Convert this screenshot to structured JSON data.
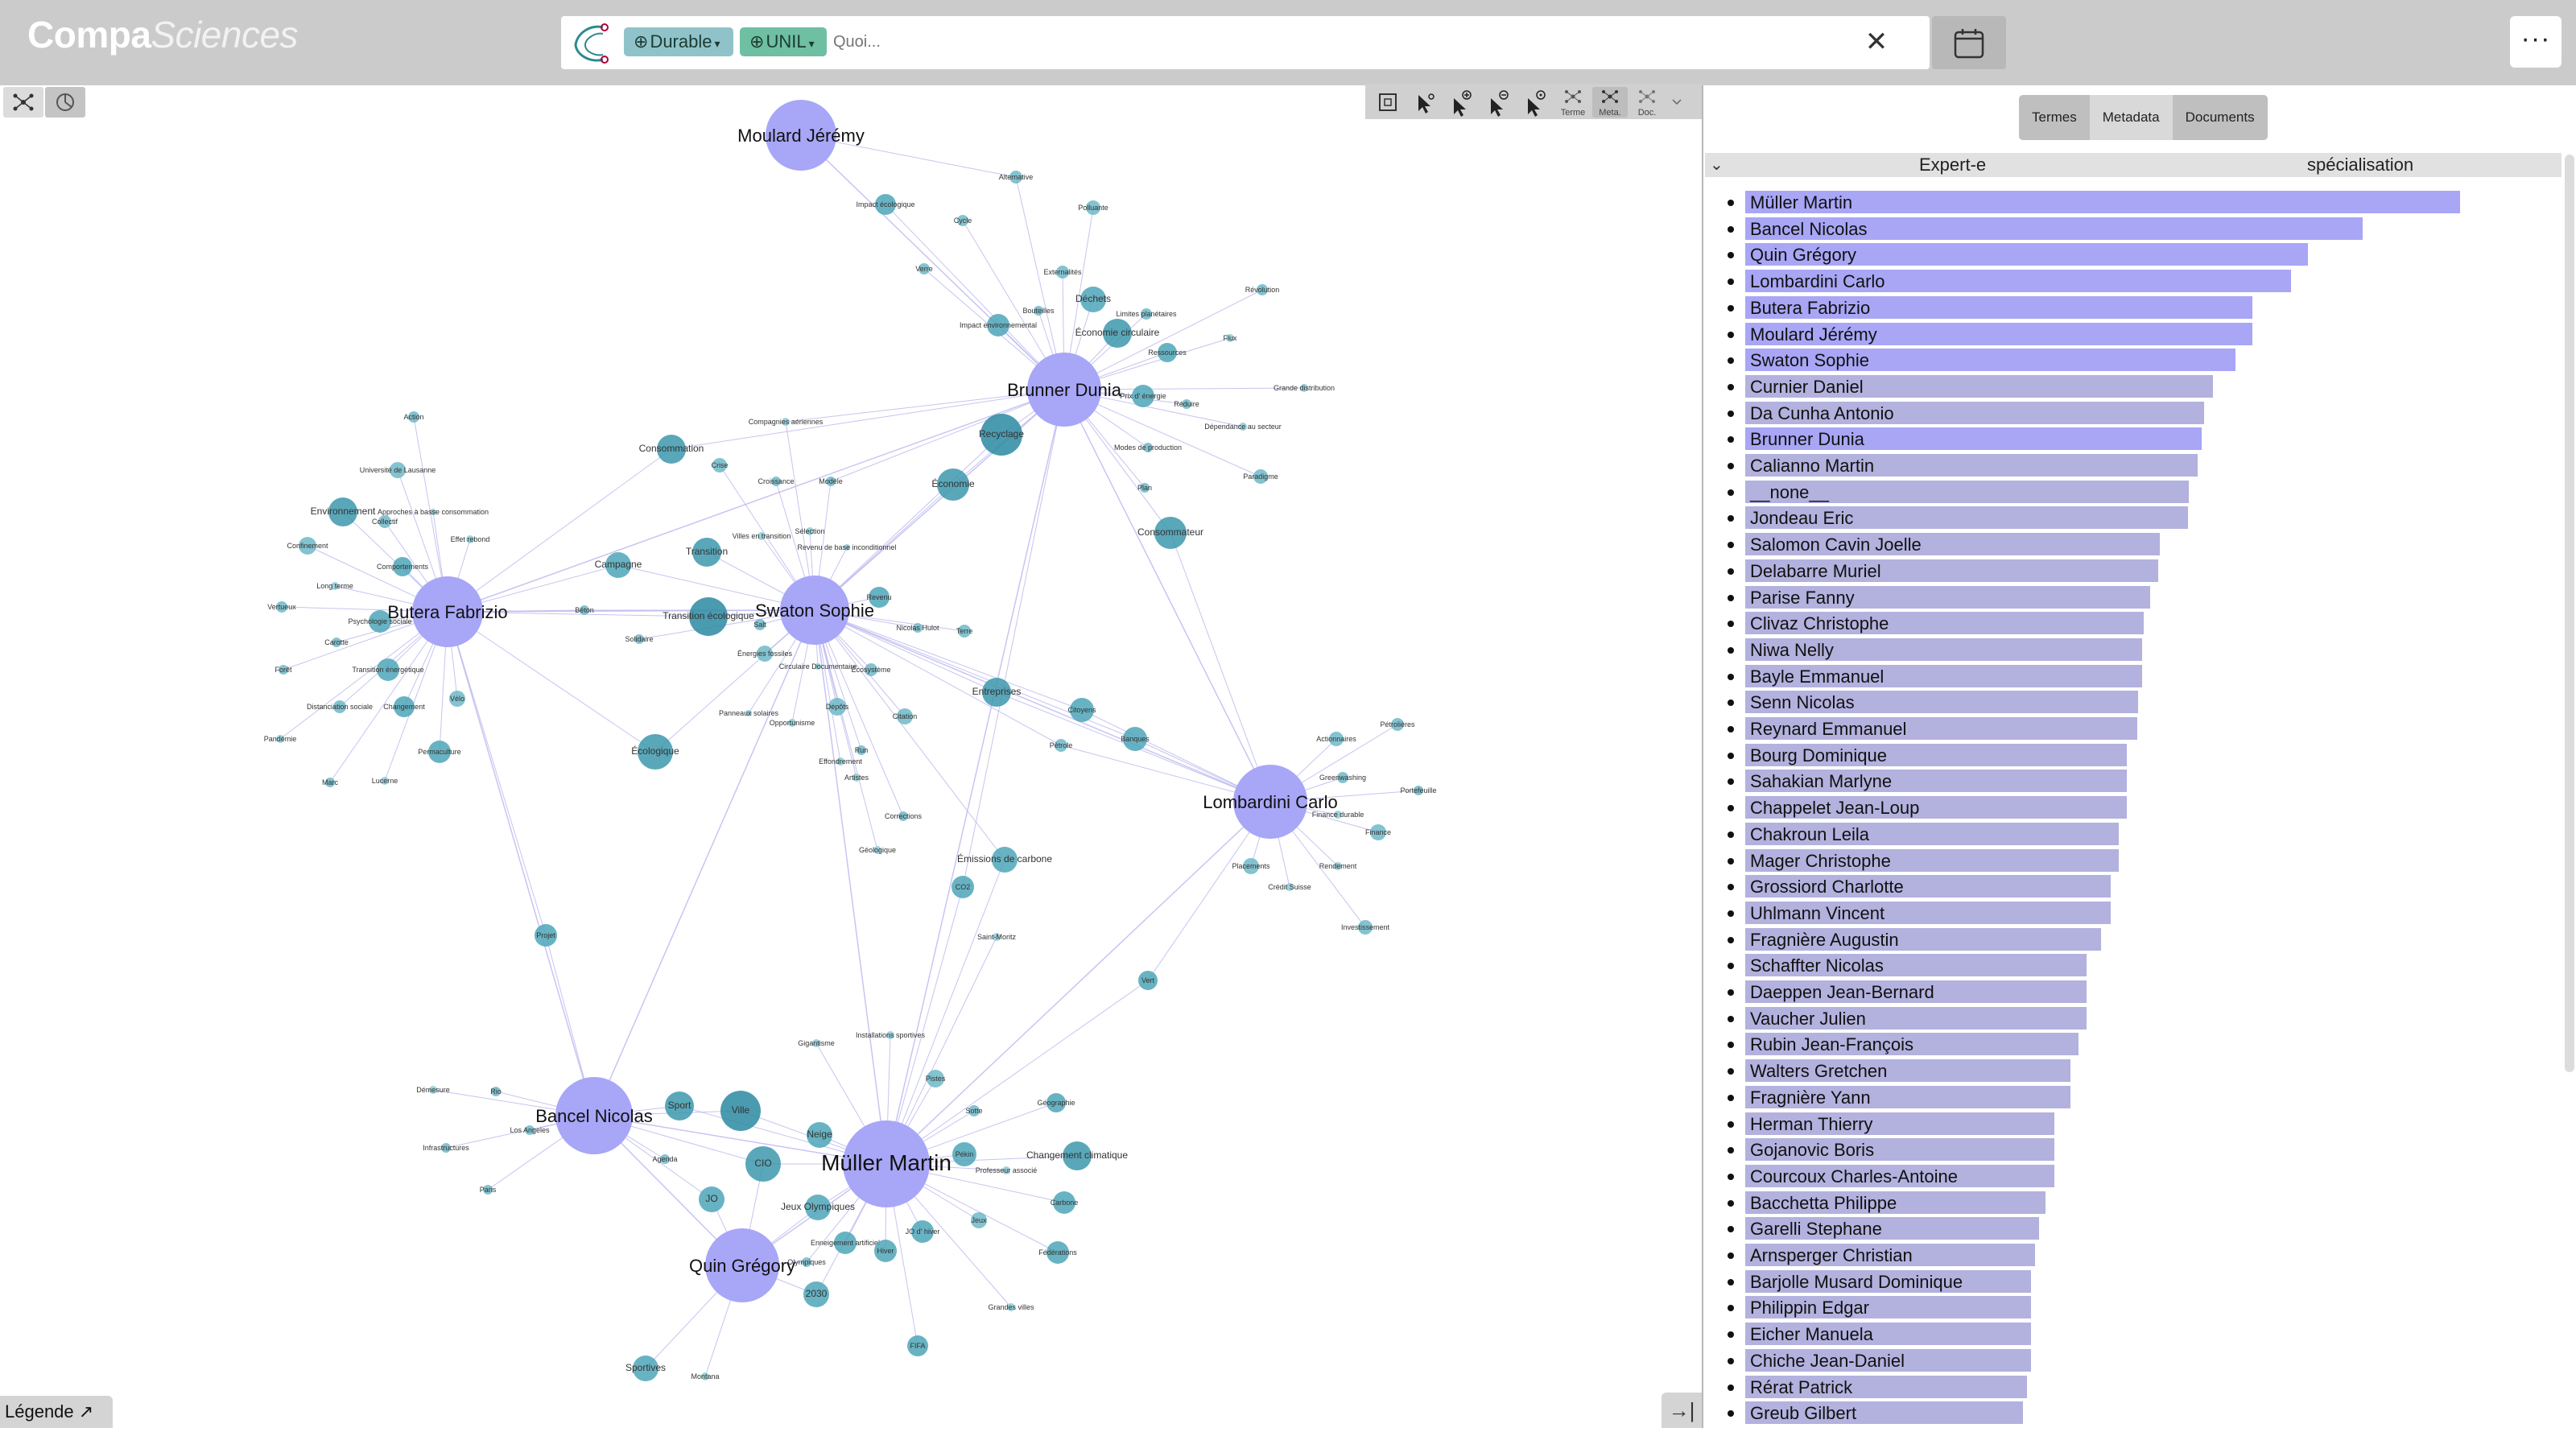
{
  "app": {
    "logo_main": "Compa",
    "logo_italic": "Sciences"
  },
  "search": {
    "chips": [
      {
        "plus": "⊕",
        "label": "Durable",
        "drop": "▾"
      },
      {
        "plus": "⊕",
        "label": "UNIL",
        "drop": "▾"
      }
    ],
    "placeholder": "Quoi...",
    "clear": "✕"
  },
  "graph_toolbar": [
    {
      "label": "",
      "icon": "fit-screen-icon"
    },
    {
      "label": "",
      "icon": "select-cursor-icon"
    },
    {
      "label": "",
      "icon": "zoom-in-cursor-icon"
    },
    {
      "label": "",
      "icon": "zoom-out-cursor-icon"
    },
    {
      "label": "",
      "icon": "zoom-reset-cursor-icon"
    },
    {
      "label": "Terme",
      "icon": "terme-graph-icon"
    },
    {
      "label": "Meta.",
      "icon": "meta-graph-icon"
    },
    {
      "label": "Doc.",
      "icon": "doc-graph-icon"
    }
  ],
  "legend": {
    "label": "Légende",
    "arrow": "↗"
  },
  "collapse": "→|",
  "panel": {
    "tabs": [
      "Termes",
      "Metadata",
      "Documents"
    ],
    "selected_tab": "Metadata",
    "col_expert": "Expert-e",
    "col_specialisation": "spécialisation",
    "collapse_chevron": "⌄"
  },
  "experts": [
    {
      "name": "Müller Martin",
      "value": 1.0,
      "highlight": true
    },
    {
      "name": "Bancel Nicolas",
      "value": 0.864,
      "highlight": true
    },
    {
      "name": "Quin Grégory",
      "value": 0.787,
      "highlight": true
    },
    {
      "name": "Lombardini Carlo",
      "value": 0.764,
      "highlight": true
    },
    {
      "name": "Butera Fabrizio",
      "value": 0.709,
      "highlight": true
    },
    {
      "name": "Moulard Jérémy",
      "value": 0.709,
      "highlight": true
    },
    {
      "name": "Swaton Sophie",
      "value": 0.686,
      "highlight": true
    },
    {
      "name": "Curnier Daniel",
      "value": 0.654,
      "highlight": false
    },
    {
      "name": "Da Cunha Antonio",
      "value": 0.642,
      "highlight": false
    },
    {
      "name": "Brunner Dunia",
      "value": 0.638,
      "highlight": true
    },
    {
      "name": "Calianno Martin",
      "value": 0.633,
      "highlight": false
    },
    {
      "name": "__none__",
      "value": 0.621,
      "highlight": false
    },
    {
      "name": "Jondeau Eric",
      "value": 0.619,
      "highlight": false
    },
    {
      "name": "Salomon Cavin Joelle",
      "value": 0.58,
      "highlight": false
    },
    {
      "name": "Delabarre Muriel",
      "value": 0.578,
      "highlight": false
    },
    {
      "name": "Parise Fanny",
      "value": 0.566,
      "highlight": false
    },
    {
      "name": "Clivaz Christophe",
      "value": 0.557,
      "highlight": false
    },
    {
      "name": "Niwa Nelly",
      "value": 0.555,
      "highlight": false
    },
    {
      "name": "Bayle Emmanuel",
      "value": 0.555,
      "highlight": false
    },
    {
      "name": "Senn Nicolas",
      "value": 0.55,
      "highlight": false
    },
    {
      "name": "Reynard Emmanuel",
      "value": 0.548,
      "highlight": false
    },
    {
      "name": "Bourg Dominique",
      "value": 0.534,
      "highlight": false
    },
    {
      "name": "Sahakian Marlyne",
      "value": 0.534,
      "highlight": false
    },
    {
      "name": "Chappelet Jean-Loup",
      "value": 0.534,
      "highlight": false
    },
    {
      "name": "Chakroun Leila",
      "value": 0.523,
      "highlight": false
    },
    {
      "name": "Mager Christophe",
      "value": 0.523,
      "highlight": false
    },
    {
      "name": "Grossiord Charlotte",
      "value": 0.511,
      "highlight": false
    },
    {
      "name": "Uhlmann Vincent",
      "value": 0.511,
      "highlight": false
    },
    {
      "name": "Fragnière Augustin",
      "value": 0.498,
      "highlight": false
    },
    {
      "name": "Schaffter Nicolas",
      "value": 0.477,
      "highlight": false
    },
    {
      "name": "Daeppen Jean-Bernard",
      "value": 0.477,
      "highlight": false
    },
    {
      "name": "Vaucher Julien",
      "value": 0.477,
      "highlight": false
    },
    {
      "name": "Rubin Jean-François",
      "value": 0.466,
      "highlight": false
    },
    {
      "name": "Walters Gretchen",
      "value": 0.455,
      "highlight": false
    },
    {
      "name": "Fragnière Yann",
      "value": 0.455,
      "highlight": false
    },
    {
      "name": "Herman Thierry",
      "value": 0.432,
      "highlight": false
    },
    {
      "name": "Gojanovic Boris",
      "value": 0.432,
      "highlight": false
    },
    {
      "name": "Courcoux Charles-Antoine",
      "value": 0.432,
      "highlight": false
    },
    {
      "name": "Bacchetta Philippe",
      "value": 0.42,
      "highlight": false
    },
    {
      "name": "Garelli Stephane",
      "value": 0.411,
      "highlight": false
    },
    {
      "name": "Arnsperger Christian",
      "value": 0.405,
      "highlight": false
    },
    {
      "name": "Barjolle Musard Dominique",
      "value": 0.4,
      "highlight": false
    },
    {
      "name": "Philippin Edgar",
      "value": 0.4,
      "highlight": false
    },
    {
      "name": "Eicher Manuela",
      "value": 0.4,
      "highlight": false
    },
    {
      "name": "Chiche Jean-Daniel",
      "value": 0.4,
      "highlight": false
    },
    {
      "name": "Rérat Patrick",
      "value": 0.394,
      "highlight": false
    },
    {
      "name": "Greub Gilbert",
      "value": 0.388,
      "highlight": false
    }
  ],
  "graph": {
    "experts": [
      {
        "id": "moulard",
        "label": "Moulard Jérémy"
      },
      {
        "id": "brunner",
        "label": "Brunner Dunia"
      },
      {
        "id": "butera",
        "label": "Butera Fabrizio"
      },
      {
        "id": "swaton",
        "label": "Swaton Sophie"
      },
      {
        "id": "lombardini",
        "label": "Lombardini Carlo"
      },
      {
        "id": "bancel",
        "label": "Bancel Nicolas"
      },
      {
        "id": "muller",
        "label": "Müller Martin"
      },
      {
        "id": "quin",
        "label": "Quin Grégory"
      }
    ],
    "terms": [
      {
        "label": "Alternative",
        "link": [
          "moulard",
          "brunner"
        ]
      },
      {
        "label": "Impact écologique",
        "link": [
          "brunner"
        ]
      },
      {
        "label": "Polluante",
        "link": [
          "brunner"
        ]
      },
      {
        "label": "Cycle",
        "link": [
          "brunner"
        ]
      },
      {
        "label": "Verre",
        "link": [
          "brunner"
        ]
      },
      {
        "label": "Externalités",
        "link": [
          "brunner"
        ]
      },
      {
        "label": "Déchets",
        "link": [
          "brunner"
        ]
      },
      {
        "label": "Révolution",
        "link": [
          "brunner"
        ]
      },
      {
        "label": "Bouteilles",
        "link": [
          "brunner"
        ]
      },
      {
        "label": "Limites planétaires",
        "link": [
          "brunner"
        ]
      },
      {
        "label": "Impact environnemental",
        "link": [
          "brunner"
        ]
      },
      {
        "label": "Économie circulaire",
        "link": [
          "brunner"
        ]
      },
      {
        "label": "Flux",
        "link": [
          "brunner"
        ]
      },
      {
        "label": "Ressources",
        "link": [
          "brunner"
        ]
      },
      {
        "label": "Grande distribution",
        "link": [
          "brunner"
        ]
      },
      {
        "label": "Prix d' énergie",
        "link": [
          "brunner"
        ]
      },
      {
        "label": "Réduire",
        "link": [
          "brunner"
        ]
      },
      {
        "label": "Compagnies aériennes",
        "link": [
          "brunner",
          "swaton"
        ]
      },
      {
        "label": "Recyclage",
        "link": [
          "brunner",
          "swaton"
        ]
      },
      {
        "label": "Dépendance au secteur",
        "link": [
          "brunner"
        ]
      },
      {
        "label": "Modes de production",
        "link": [
          "brunner"
        ]
      },
      {
        "label": "Consommation",
        "link": [
          "butera",
          "brunner"
        ]
      },
      {
        "label": "Crise",
        "link": [
          "swaton"
        ]
      },
      {
        "label": "Croissance",
        "link": [
          "swaton"
        ]
      },
      {
        "label": "Modèle",
        "link": [
          "swaton",
          "brunner"
        ]
      },
      {
        "label": "Économie",
        "link": [
          "swaton",
          "brunner"
        ]
      },
      {
        "label": "Paradigme",
        "link": [
          "brunner"
        ]
      },
      {
        "label": "Plan",
        "link": [
          "brunner"
        ]
      },
      {
        "label": "Consommateur",
        "link": [
          "brunner",
          "lombardini"
        ]
      },
      {
        "label": "Action",
        "link": [
          "butera"
        ]
      },
      {
        "label": "Université de Lausanne",
        "link": [
          "butera"
        ]
      },
      {
        "label": "Environnement",
        "link": [
          "butera"
        ]
      },
      {
        "label": "Approches à basse consommation",
        "link": [
          "butera"
        ]
      },
      {
        "label": "Collectif",
        "link": [
          "butera"
        ]
      },
      {
        "label": "Effet rebond",
        "link": [
          "butera"
        ]
      },
      {
        "label": "Confinement",
        "link": [
          "butera"
        ]
      },
      {
        "label": "Comportements",
        "link": [
          "butera"
        ]
      },
      {
        "label": "Long terme",
        "link": [
          "butera"
        ]
      },
      {
        "label": "Psychologie sociale",
        "link": [
          "butera"
        ]
      },
      {
        "label": "Vertueux",
        "link": [
          "butera"
        ]
      },
      {
        "label": "Carotte",
        "link": [
          "butera"
        ]
      },
      {
        "label": "Transition énergétique",
        "link": [
          "butera"
        ]
      },
      {
        "label": "Forêt",
        "link": [
          "butera"
        ]
      },
      {
        "label": "Distanciation sociale",
        "link": [
          "butera"
        ]
      },
      {
        "label": "Changement",
        "link": [
          "butera"
        ]
      },
      {
        "label": "Vélo",
        "link": [
          "butera"
        ]
      },
      {
        "label": "Pandémie",
        "link": [
          "butera"
        ]
      },
      {
        "label": "Permaculture",
        "link": [
          "butera"
        ]
      },
      {
        "label": "Marc",
        "link": [
          "butera"
        ]
      },
      {
        "label": "Lucerne",
        "link": [
          "butera"
        ]
      },
      {
        "label": "Sélection",
        "link": [
          "swaton"
        ]
      },
      {
        "label": "Villes en transition",
        "link": [
          "swaton"
        ]
      },
      {
        "label": "Revenu de base inconditionnel",
        "link": [
          "swaton"
        ]
      },
      {
        "label": "Campagne",
        "link": [
          "butera",
          "swaton"
        ]
      },
      {
        "label": "Transition",
        "link": [
          "swaton"
        ]
      },
      {
        "label": "Béton",
        "link": [
          "butera",
          "swaton"
        ]
      },
      {
        "label": "Transition écologique",
        "link": [
          "butera",
          "swaton"
        ]
      },
      {
        "label": "Solidaire",
        "link": [
          "swaton"
        ]
      },
      {
        "label": "Salt",
        "link": [
          "swaton"
        ]
      },
      {
        "label": "Revenu",
        "link": [
          "swaton"
        ]
      },
      {
        "label": "Nicolas Hulot",
        "link": [
          "swaton"
        ]
      },
      {
        "label": "Terre",
        "link": [
          "swaton"
        ]
      },
      {
        "label": "Énergies fossiles",
        "link": [
          "swaton"
        ]
      },
      {
        "label": "Circulaire Documentaire",
        "link": [
          "swaton"
        ]
      },
      {
        "label": "Écosystème",
        "link": [
          "swaton"
        ]
      },
      {
        "label": "Entreprises",
        "link": [
          "swaton",
          "lombardini"
        ]
      },
      {
        "label": "Citoyens",
        "link": [
          "swaton",
          "lombardini"
        ]
      },
      {
        "label": "Banques",
        "link": [
          "swaton",
          "lombardini"
        ]
      },
      {
        "label": "Panneaux solaires",
        "link": [
          "swaton"
        ]
      },
      {
        "label": "Dépôts",
        "link": [
          "swaton"
        ]
      },
      {
        "label": "Opportunisme",
        "link": [
          "swaton"
        ]
      },
      {
        "label": "Citation",
        "link": [
          "swaton"
        ]
      },
      {
        "label": "Pétrole",
        "link": [
          "swaton",
          "lombardini"
        ]
      },
      {
        "label": "Écologique",
        "link": [
          "butera",
          "swaton"
        ]
      },
      {
        "label": "Run",
        "link": [
          "swaton"
        ]
      },
      {
        "label": "Effondrement",
        "link": [
          "swaton"
        ]
      },
      {
        "label": "Artistes",
        "link": [
          "swaton"
        ]
      },
      {
        "label": "Actionnaires",
        "link": [
          "lombardini"
        ]
      },
      {
        "label": "Pétrolières",
        "link": [
          "lombardini"
        ]
      },
      {
        "label": "Greenwashing",
        "link": [
          "lombardini"
        ]
      },
      {
        "label": "Portefeuille",
        "link": [
          "lombardini"
        ]
      },
      {
        "label": "Finance durable",
        "link": [
          "lombardini"
        ]
      },
      {
        "label": "Finance",
        "link": [
          "lombardini"
        ]
      },
      {
        "label": "Placements",
        "link": [
          "lombardini"
        ]
      },
      {
        "label": "Rendement",
        "link": [
          "lombardini"
        ]
      },
      {
        "label": "Crédit Suisse",
        "link": [
          "lombardini"
        ]
      },
      {
        "label": "Investissement",
        "link": [
          "lombardini"
        ]
      },
      {
        "label": "Corrections",
        "link": [
          "swaton"
        ]
      },
      {
        "label": "Géologique",
        "link": [
          "swaton"
        ]
      },
      {
        "label": "Émissions de carbone",
        "link": [
          "muller",
          "swaton"
        ]
      },
      {
        "label": "CO2",
        "link": [
          "muller",
          "brunner"
        ]
      },
      {
        "label": "Saint-Moritz",
        "link": [
          "muller"
        ]
      },
      {
        "label": "Vert",
        "link": [
          "muller",
          "lombardini"
        ]
      },
      {
        "label": "Projet",
        "link": [
          "butera",
          "bancel"
        ]
      },
      {
        "label": "Gigantisme",
        "link": [
          "muller"
        ]
      },
      {
        "label": "Installations sportives",
        "link": [
          "muller"
        ]
      },
      {
        "label": "Pistes",
        "link": [
          "muller"
        ]
      },
      {
        "label": "Démesure",
        "link": [
          "bancel"
        ]
      },
      {
        "label": "Rio",
        "link": [
          "bancel"
        ]
      },
      {
        "label": "Los Angeles",
        "link": [
          "bancel"
        ]
      },
      {
        "label": "Infrastructures",
        "link": [
          "bancel"
        ]
      },
      {
        "label": "Paris",
        "link": [
          "bancel"
        ]
      },
      {
        "label": "Sport",
        "link": [
          "bancel",
          "muller"
        ]
      },
      {
        "label": "Ville",
        "link": [
          "bancel",
          "muller"
        ]
      },
      {
        "label": "Agenda",
        "link": [
          "bancel"
        ]
      },
      {
        "label": "CIO",
        "link": [
          "bancel",
          "muller",
          "quin"
        ]
      },
      {
        "label": "JO",
        "link": [
          "bancel",
          "quin"
        ]
      },
      {
        "label": "Neige",
        "link": [
          "muller"
        ]
      },
      {
        "label": "Sotte",
        "link": [
          "muller"
        ]
      },
      {
        "label": "Géographie",
        "link": [
          "muller"
        ]
      },
      {
        "label": "Pékin",
        "link": [
          "muller"
        ]
      },
      {
        "label": "Professeur associé",
        "link": [
          "muller"
        ]
      },
      {
        "label": "Changement climatique",
        "link": [
          "muller"
        ]
      },
      {
        "label": "Jeux Olympiques",
        "link": [
          "muller",
          "quin"
        ]
      },
      {
        "label": "Carbone",
        "link": [
          "muller"
        ]
      },
      {
        "label": "Jeux",
        "link": [
          "muller"
        ]
      },
      {
        "label": "JO d' hiver",
        "link": [
          "muller"
        ]
      },
      {
        "label": "Enneigement artificiel",
        "link": [
          "muller"
        ]
      },
      {
        "label": "Hiver",
        "link": [
          "muller"
        ]
      },
      {
        "label": "Olympiques",
        "link": [
          "muller",
          "quin"
        ]
      },
      {
        "label": "Fédérations",
        "link": [
          "muller"
        ]
      },
      {
        "label": "2030",
        "link": [
          "muller",
          "quin"
        ]
      },
      {
        "label": "Grandes villes",
        "link": [
          "muller"
        ]
      },
      {
        "label": "FIFA",
        "link": [
          "muller"
        ]
      },
      {
        "label": "Sportives",
        "link": [
          "quin"
        ]
      },
      {
        "label": "Montana",
        "link": [
          "quin"
        ]
      }
    ]
  }
}
